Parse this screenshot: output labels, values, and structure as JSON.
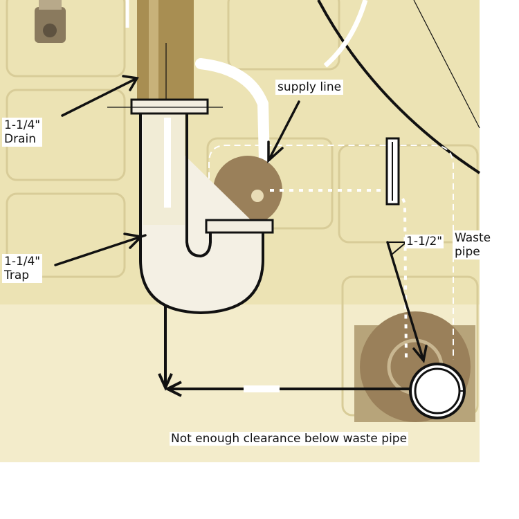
{
  "labels": {
    "drain": {
      "line1": "1-1/4\"",
      "line2": "Drain"
    },
    "trap": {
      "line1": "1-1/4\"",
      "line2": "Trap"
    },
    "supply": "supply line",
    "waste_size": "1-1/2\"",
    "waste": {
      "line1": "Waste",
      "line2": "pipe"
    },
    "caption": "Not enough clearance below waste pipe"
  },
  "colors": {
    "tile": "#ece3b4",
    "tile_light": "#f3eccb",
    "grout": "#d8cc98",
    "brass": "#a88e52",
    "escutcheon": "#9a805a",
    "ink": "#111111"
  }
}
